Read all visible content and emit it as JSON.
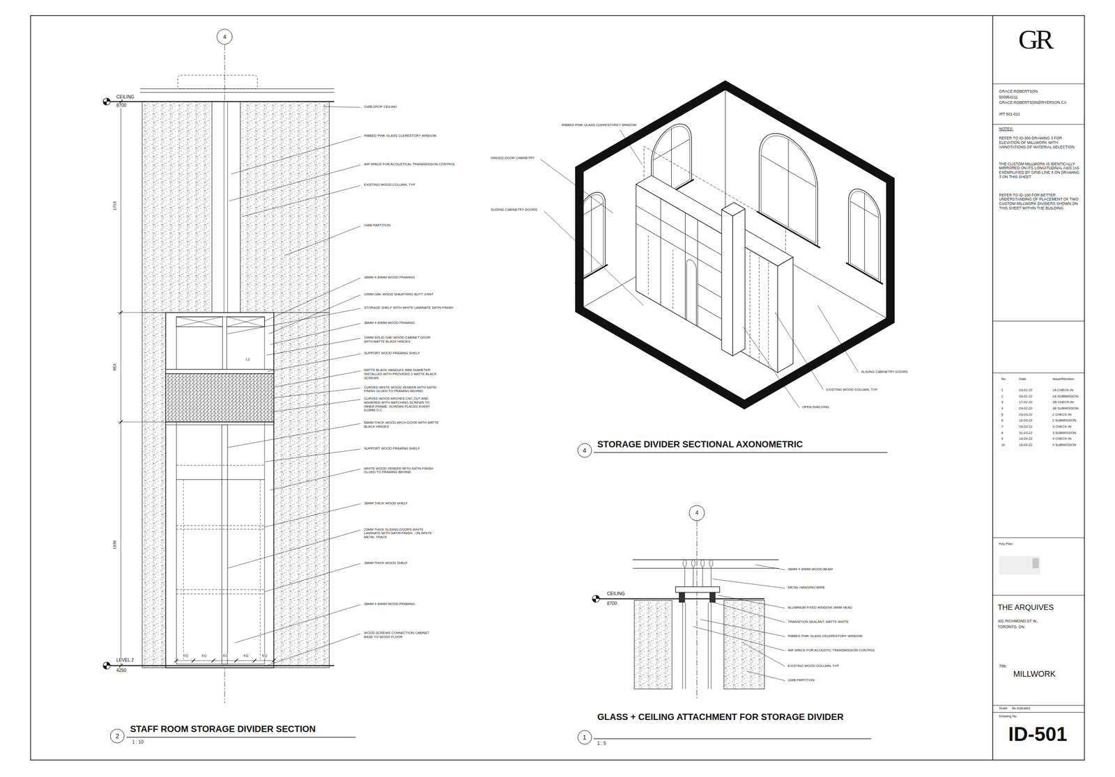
{
  "diagram": {
    "nodes": [
      {
        "text": [
          "4"
        ]
      },
      {
        "text": [
          "2"
        ]
      },
      {
        "text": [
          "4"
        ]
      },
      {
        "text": [
          "4"
        ]
      },
      {
        "text": [
          "1"
        ]
      },
      {
        "text": [
          "GR"
        ]
      },
      {
        "text": [
          "GRACE ROBERTSON",
          "500964211",
          "GRACE.ROBERTSON@RYERSON.CA",
          "IRT 501-021"
        ]
      },
      {
        "text": [
          "NOTES:",
          "REFER TO ID-300 DRAWING 3 FOR ELEVATION OF MILLWORK WITH ANNOTATIONS OF MATERIAL SELECTION",
          "THE CUSTOM MILLWORK IS IDENTICALLY MIRRORED ON ITS LONGITUDINAL AXIS (AS EXEMPLIFIED BY GRID LINE 4 ON DRAWING 3 ON THIS SHEET",
          "REFER TO ID-100 FOR BETTER UNDERSTANDING OF PLACEMENT OF TWO CUSTOM MILLWORK DIVIDERS SHOWN ON THIS SHEET WITHIN THE BUILDING"
        ]
      },
      {
        "text": [
          "No.",
          "Date",
          "Issue/Revision",
          "1",
          "03-02-22",
          "1A CHECK-IN",
          "2",
          "03-02-22",
          "1A SUBMISSION",
          "3",
          "17-02-22",
          "1B CHECK-IN",
          "4",
          "24-02-22",
          "1B SUBMISSION",
          "5",
          "03-03-22",
          "2 CHECK-IN",
          "6",
          "10-03-22",
          "2 SUBMISSION",
          "7",
          "24-03-22",
          "3 CHECK-IN",
          "8",
          "31-03-22",
          "3 SUBMISSION",
          "9",
          "14-04-22",
          "4 CHECK-IN",
          "10",
          "16-04-22",
          "4 SUBMISSION"
        ]
      },
      {
        "text": [
          "Key Plan"
        ]
      },
      {
        "text": [
          "THE ARQUIVES",
          "401 RICHMOND ST W.,",
          "TORONTO, ON"
        ]
      },
      {
        "text": [
          "Title:",
          "MILLWORK"
        ]
      },
      {
        "text": [
          "Scale",
          "As indicated"
        ]
      },
      {
        "text": [
          "Drawing No.",
          "ID-501"
        ]
      }
    ],
    "labels": [
      "CEILING",
      "8700",
      "LEVEL 2",
      "4250",
      "1719",
      "853",
      "1938",
      "EQ",
      "EQ",
      "EQ",
      "EQ",
      "EQ",
      "L1",
      "GWB DROP CEILING",
      "RIBBED PINK GLASS CLERESTORY WINDOW",
      "AIR SPACE FOR ACOUSTICAL TRANSMISSION CONTROL",
      "EXISTING WOOD COLUMN, TYP.",
      "GWB PARTITION",
      "38MM X 89MM WOOD FRAMING",
      "19MM OAK WOOD SHEATHING BUTT JOINT",
      "STORAGE SHELF WITH WHITE LAMINATE SATIN FINISH",
      "38MM X 89MM WOOD FRAMING",
      "19MM SOLID OAK WOOD CABINET DOOR WITH MATTE BLACK HINGES",
      "SUPPORT WOOD FRAMING SHELF",
      "MATTE BLACK HANDLES 5MM DIAMETER INSTALLED WITH PROVIDED 2 MATTE BLACK SCREWS",
      "CURVED WHITE WOOD VENEER WITH SATIN FINISH GLUED TO FRAMING BEHIND",
      "CURVED WOOD ARCHES CNC CUT AND ADHERED WITH MATCHING SCREWS TO INNER FRAME, SCREWS PLACED EVERY 610MM O.C",
      "55MM THICK WOOD ARCH DOOR WITH MATTE BLACK HINGES",
      "SUPPORT WOOD FRAMING SHELF",
      "WHITE WOOD VENEER WITH SATIN FINISH GLUED TO FRAMING BEHIND",
      "38MM THICK WOOD SHELF",
      "20MM THICK SLIDING DOORS WHITE LAMINATE WITH SATIN FINISH , ON WHITE METAL TRACK",
      "38MM THICK WOOD SHELF",
      "38MM X 89MM WOOD FRAMING",
      "WOOD SCREWS CONNECTION CABINET BASE TO WOOD FLOOR",
      "RIBBED PINK GLASS CLERESTOREY WINDOW",
      "HINGED DOOR CABINETRY",
      "SLIDING CABINETRY DOORS",
      "SLIDING CABINETRY DOORS",
      "EXISTING WOOD COLUMN, TYP.",
      "OPEN SHELVING",
      "STORAGE DIVIDER SECTIONAL AXONOMETRIC",
      "CEILING",
      "8700",
      "38MM X 89MM WOOD BEAM",
      "METAL HANGING WIRE",
      "ALUMINUM FIXED WINDOW JAMB HEAD",
      "TRANSITION SEALANT, MATTE WHITE",
      "RIBBED PINK GLASS CELERESTORY WINDOW",
      "AIR SPACE FOR ACOUSTIC TRANSMISSION CONTROL",
      "EXISTING WOOD COLUMN, TYP.",
      "GWB PARTITION",
      "GLASS + CEILING ATTACHMENT FOR STORAGE DIVIDER",
      "1 : 5",
      "STAFF ROOM STORAGE DIVIDER SECTION",
      "1 : 10"
    ]
  }
}
